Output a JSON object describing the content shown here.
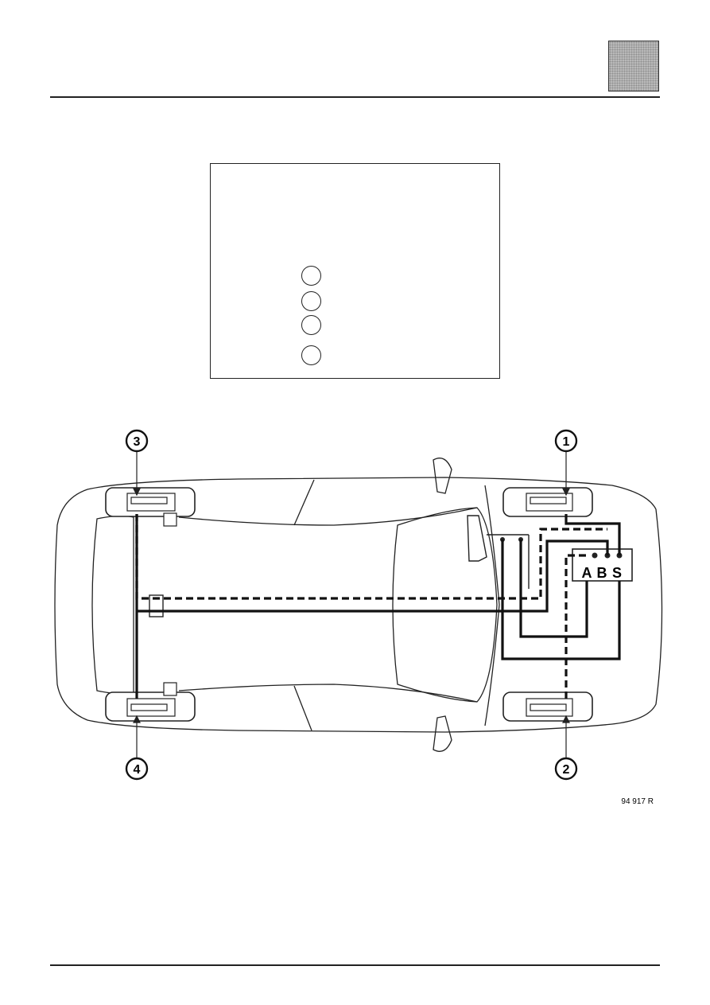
{
  "section_tab": {
    "color": "#b9b9b9"
  },
  "legend": {
    "circles": [
      {
        "label": ""
      },
      {
        "label": ""
      },
      {
        "label": ""
      },
      {
        "label": ""
      }
    ]
  },
  "diagram": {
    "wheel_markers": [
      {
        "label": "1"
      },
      {
        "label": "2"
      },
      {
        "label": "3"
      },
      {
        "label": "4"
      }
    ],
    "abs_unit": {
      "letters": [
        "A",
        "B",
        "S"
      ]
    },
    "reference_code": "94 917 R"
  }
}
